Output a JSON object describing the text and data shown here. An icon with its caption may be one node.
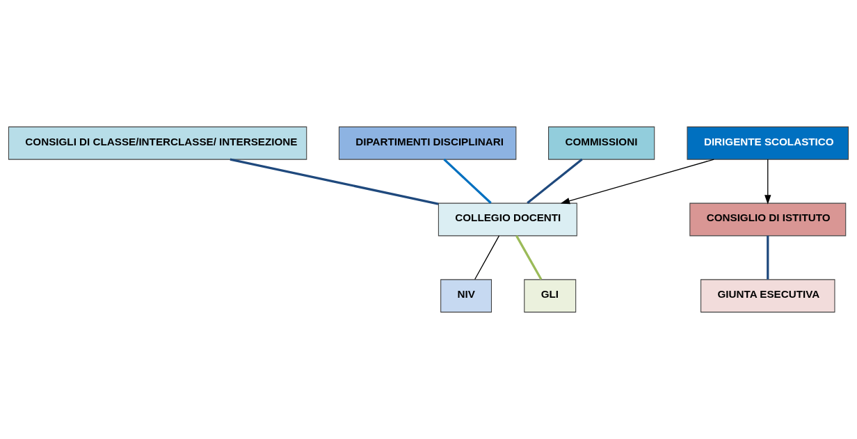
{
  "diagram": {
    "nodes": [
      {
        "text": [
          "DIRIGENTE SCOLASTICO"
        ]
      },
      {
        "text": [
          "CONSIGLI DI CLASSE/INTERCLASSE/ INTERSEZIONE"
        ]
      },
      {
        "text": [
          "DIPARTIMENTI DISCIPLINARI"
        ]
      },
      {
        "text": [
          "COLLEGIO DOCENTI"
        ]
      },
      {
        "text": [
          "CONSIGLIO DI ISTITUTO"
        ]
      },
      {
        "text": [
          "COMMISSIONI"
        ]
      },
      {
        "text": [
          "NIV"
        ]
      },
      {
        "text": [
          "GLI"
        ]
      },
      {
        "text": [
          "GIUNTA ESECUTIVA"
        ]
      }
    ],
    "edges": [
      {
        "from": 0,
        "to": 3,
        "arrow": "to",
        "color": "#000000"
      },
      {
        "from": 0,
        "to": 4,
        "arrow": "to",
        "color": "#000000"
      },
      {
        "from": 1,
        "to": 3,
        "arrow": "none",
        "color": "#1f497d"
      },
      {
        "from": 2,
        "to": 3,
        "arrow": "none",
        "color": "#0070c0"
      },
      {
        "from": 5,
        "to": 3,
        "arrow": "none",
        "color": "#1f497d"
      },
      {
        "from": 3,
        "to": 6,
        "arrow": "none",
        "color": "#000000"
      },
      {
        "from": 3,
        "to": 7,
        "arrow": "none",
        "color": "#9bbb59"
      },
      {
        "from": 4,
        "to": 8,
        "arrow": "none",
        "color": "#1f497d"
      }
    ]
  }
}
